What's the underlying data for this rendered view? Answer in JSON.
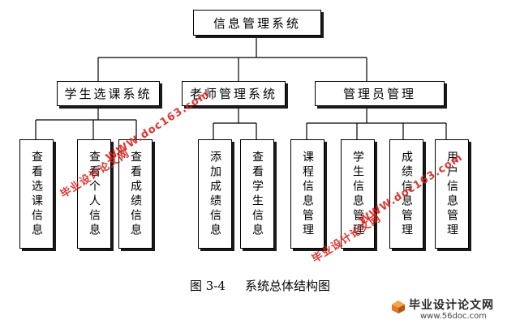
{
  "diagram": {
    "root": "信息管理系统",
    "level2": {
      "student": "学生选课系统",
      "teacher": "老师管理系统",
      "admin": "管理员管理"
    },
    "leaves": {
      "student": [
        "查看选课信息",
        "查看个人信息",
        "查看成绩信息"
      ],
      "teacher": [
        "添加成绩信息",
        "查看学生信息"
      ],
      "admin": [
        "课程信息管理",
        "学生信息管理",
        "成绩信息管理",
        "用户信息管理"
      ]
    }
  },
  "caption": {
    "number": "图 3-4",
    "text": "系统总体结构图"
  },
  "watermarks": {
    "site_name": "毕业设计论文网",
    "site_url": "WWW.doc163.com"
  },
  "logo": {
    "title": "毕业设计论文网",
    "url": "www.56doc.com"
  }
}
